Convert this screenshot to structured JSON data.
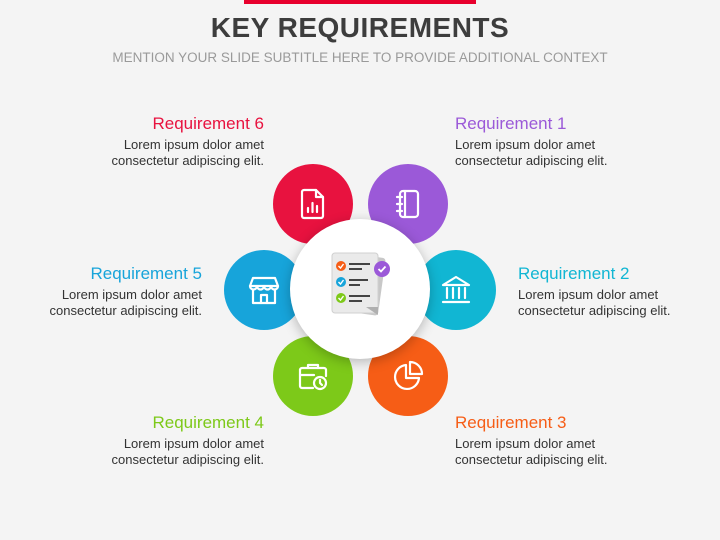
{
  "slide": {
    "title": "KEY REQUIREMENTS",
    "subtitle": "MENTION YOUR SLIDE SUBTITLE HERE TO PROVIDE ADDITIONAL CONTEXT"
  },
  "requirements": [
    {
      "title": "Requirement 1",
      "line1": "Lorem ipsum dolor amet",
      "line2": "consectetur adipiscing elit.",
      "color": "#9b59d8",
      "icon": "notebook-icon"
    },
    {
      "title": "Requirement 2",
      "line1": "Lorem ipsum dolor amet",
      "line2": "consectetur adipiscing elit.",
      "color": "#11b6d3",
      "icon": "bank-icon"
    },
    {
      "title": "Requirement 3",
      "line1": "Lorem ipsum dolor amet",
      "line2": "consectetur adipiscing elit.",
      "color": "#f65d16",
      "icon": "pie-chart-icon"
    },
    {
      "title": "Requirement 4",
      "line1": "Lorem ipsum dolor amet",
      "line2": "consectetur adipiscing elit.",
      "color": "#7dc919",
      "icon": "briefcase-clock-icon"
    },
    {
      "title": "Requirement 5",
      "line1": "Lorem ipsum dolor amet",
      "line2": "consectetur adipiscing elit.",
      "color": "#17a4da",
      "icon": "store-icon"
    },
    {
      "title": "Requirement 6",
      "line1": "Lorem ipsum dolor amet",
      "line2": "consectetur adipiscing elit.",
      "color": "#e8123f",
      "icon": "document-chart-icon"
    }
  ],
  "center": {
    "icon": "checklist-icon"
  }
}
